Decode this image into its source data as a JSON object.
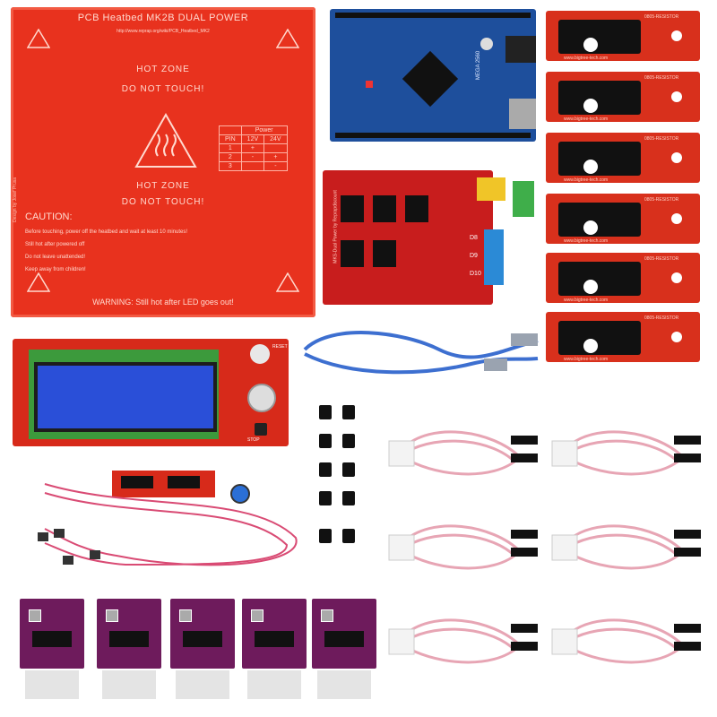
{
  "heatbed": {
    "title": "PCB Heatbed MK2B DUAL POWER",
    "url": "http://www.reprap.org/wiki/PCB_Heatbed_MK2",
    "hot_zone_1": "HOT ZONE",
    "do_not_touch_1": "DO NOT TOUCH!",
    "hot_zone_2": "HOT ZONE",
    "do_not_touch_2": "DO NOT TOUCH!",
    "caution": "CAUTION:",
    "caution_lines": [
      "Before touching, power off the heatbed and wait at least 10 minutes!",
      "Still hot after powered off",
      "Do not leave unattended!",
      "Keep away from children!"
    ],
    "warning": "WARNING: Still hot after LED goes out!",
    "side_text": "Design by Josef Prusa",
    "power_table": {
      "header": "Power",
      "columns": [
        "PIN",
        "12V",
        "24V"
      ],
      "rows": [
        [
          "1",
          "+",
          ""
        ],
        [
          "2",
          "-",
          "+"
        ],
        [
          "3",
          "",
          "-"
        ]
      ]
    }
  },
  "mega": {
    "label": "MEGA 2560"
  },
  "ramps": {
    "label": "MKS-Dual Power by Reprapdiscount",
    "terminals": [
      "D10",
      "D9",
      "D8"
    ]
  },
  "endstops": {
    "count": 6,
    "url": "www.bigtree-tech.com",
    "resistor": "0805-RESISTOR"
  },
  "lcd": {
    "reset": "RESET",
    "stop": "STOP"
  },
  "colors": {
    "heatbed": "#e8321e",
    "mega": "#1e4f9c",
    "ramps": "#c81d1d",
    "driver": "#6e1b5c",
    "lcd_screen": "#2a4fd8"
  }
}
